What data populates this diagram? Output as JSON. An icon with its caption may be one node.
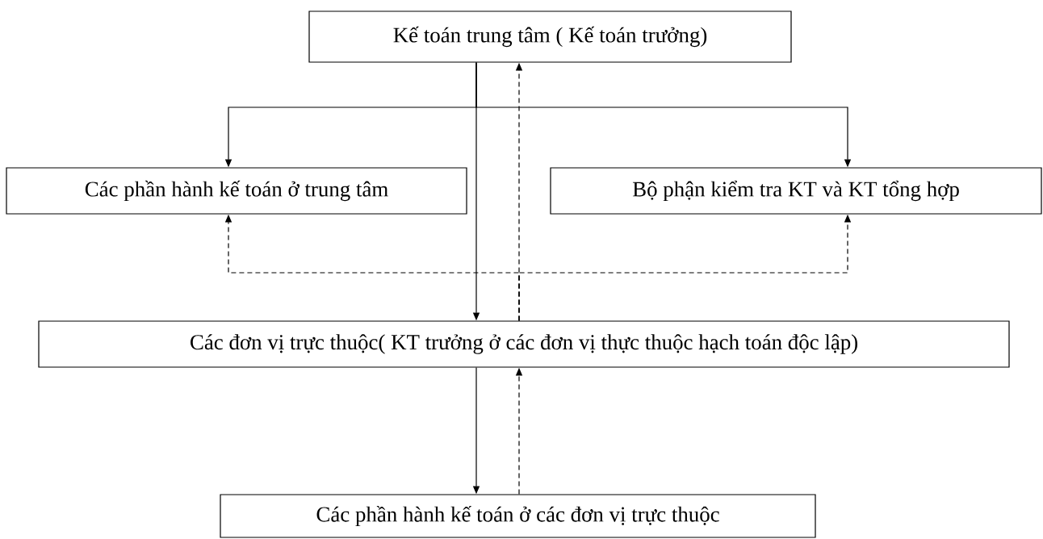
{
  "diagram": {
    "nodes": [
      {
        "text": [
          "Kế toán trung tâm ( Kế toán trưởng)"
        ]
      },
      {
        "text": [
          "Các phần hành kế toán ở trung tâm"
        ]
      },
      {
        "text": [
          "Bộ phận kiểm tra KT và KT tổng hợp"
        ]
      },
      {
        "text": [
          "Các đơn vị trực thuộc( KT trưởng ở các đơn vị thực thuộc hạch toán độc lập)"
        ]
      },
      {
        "text": [
          "Các phần hành kế toán ở các đơn vị trực thuộc"
        ]
      }
    ],
    "edges": [
      {
        "from": 0,
        "to": 1,
        "arrow": "to"
      },
      {
        "from": 0,
        "to": 2,
        "arrow": "to"
      },
      {
        "from": 0,
        "to": 3,
        "arrow": "to"
      },
      {
        "from": 3,
        "to": 0,
        "arrow": "to",
        "style": "dashed"
      },
      {
        "from": 3,
        "to": 1,
        "arrow": "to",
        "style": "dashed"
      },
      {
        "from": 3,
        "to": 2,
        "arrow": "to",
        "style": "dashed"
      },
      {
        "from": 3,
        "to": 4,
        "arrow": "to"
      },
      {
        "from": 4,
        "to": 3,
        "arrow": "to",
        "style": "dashed"
      }
    ]
  }
}
